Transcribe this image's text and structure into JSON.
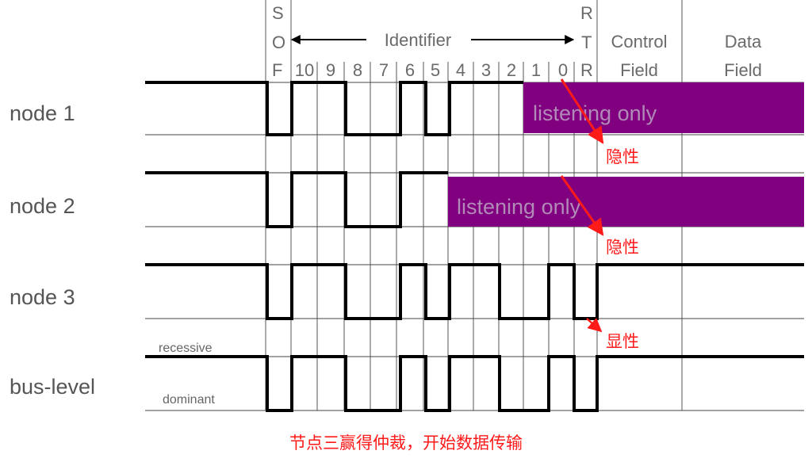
{
  "header": {
    "sof_letters": [
      "S",
      "O",
      "F"
    ],
    "identifier_label": "Identifier",
    "bit_labels": [
      "10",
      "9",
      "8",
      "7",
      "6",
      "5",
      "4",
      "3",
      "2",
      "1",
      "0"
    ],
    "rtr_letters": [
      "R",
      "T",
      "R"
    ],
    "control_field": [
      "Control",
      "Field"
    ],
    "data_field": [
      "Data",
      "Field"
    ]
  },
  "rows": {
    "node1": "node 1",
    "node2": "node 2",
    "node3": "node 3",
    "bus": "bus-level"
  },
  "level_labels": {
    "recessive": "recessive",
    "dominant": "dominant"
  },
  "listening_only": "listening only",
  "annotations": {
    "node1": "隐性",
    "node2": "隐性",
    "node3": "显性"
  },
  "caption": "节点三赢得仲裁，开始数据传输",
  "colors": {
    "listen_fill": "#800080",
    "arrow": "#ff1a1a",
    "trace": "#000000",
    "grid": "#333333"
  }
}
